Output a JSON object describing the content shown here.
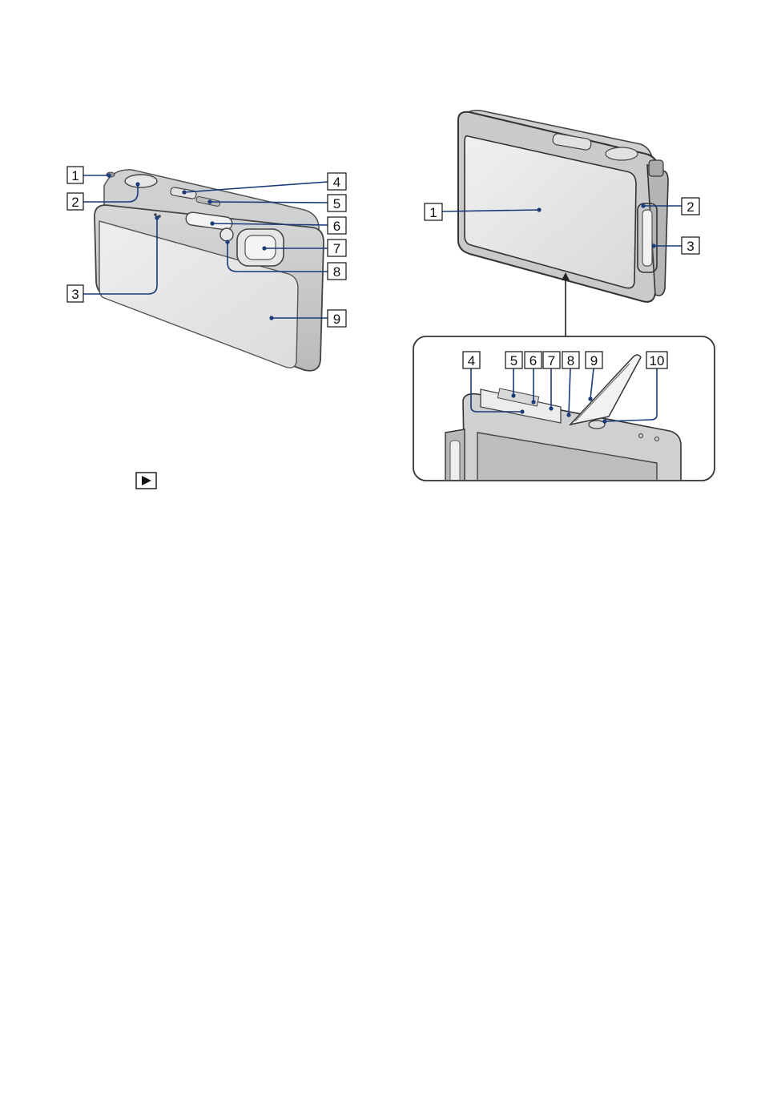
{
  "front_view": {
    "callouts": [
      "1",
      "2",
      "3",
      "4",
      "5",
      "6",
      "7",
      "8",
      "9"
    ]
  },
  "back_view": {
    "callouts": [
      "1",
      "2",
      "3"
    ]
  },
  "bottom_view": {
    "callouts": [
      "4",
      "5",
      "6",
      "7",
      "8",
      "9",
      "10"
    ]
  },
  "playback_icon": "play-triangle-icon"
}
